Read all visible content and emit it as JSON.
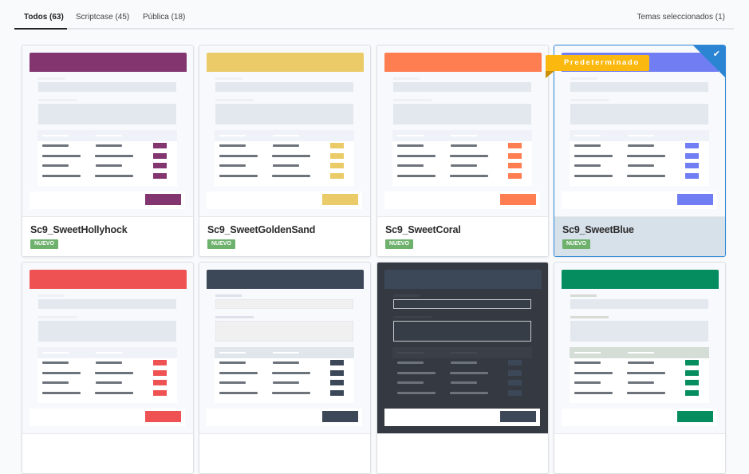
{
  "tabs": [
    {
      "label": "Todos (63)",
      "active": true
    },
    {
      "label": "Scriptcase (45)",
      "active": false
    },
    {
      "label": "Pública (18)",
      "active": false
    }
  ],
  "selected_summary": "Temas seleccionados (1)",
  "default_label": "Predeterminado",
  "themes": [
    {
      "name": "Sc9_SweetHollyhock",
      "badge": "NUEVO",
      "accent": "#82356f",
      "selected": false
    },
    {
      "name": "Sc9_SweetGoldenSand",
      "badge": "NUEVO",
      "accent": "#eacb68",
      "selected": false
    },
    {
      "name": "Sc9_SweetCoral",
      "badge": "NUEVO",
      "accent": "#ff7e51",
      "selected": false
    },
    {
      "name": "Sc9_SweetBlue",
      "badge": "NUEVO",
      "accent": "#717ef3",
      "selected": true,
      "default": true
    },
    {
      "name": "",
      "badge": "",
      "accent": "#ef5253",
      "selected": false
    },
    {
      "name": "",
      "badge": "",
      "accent": "#3c4858",
      "selected": false
    },
    {
      "name": "",
      "badge": "",
      "accent": "#3c4858",
      "selected": false
    },
    {
      "name": "",
      "badge": "",
      "accent": "#058d60",
      "selected": false
    }
  ],
  "icons": {
    "check": "✔"
  }
}
